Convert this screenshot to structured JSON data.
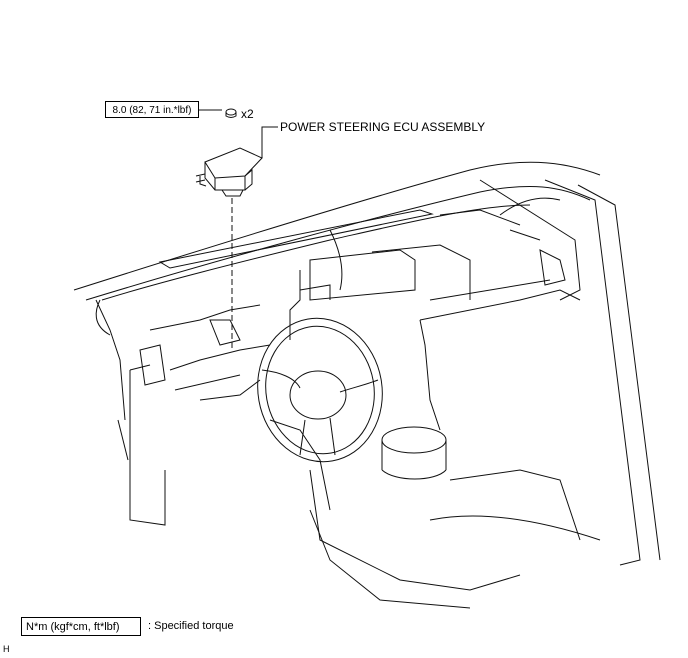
{
  "diagram": {
    "torque_value": "8.0 (82, 71 in.*lbf)",
    "fastener_count": "x2",
    "part_label": "POWER STEERING ECU ASSEMBLY"
  },
  "legend": {
    "unit_box": "N*m (kgf*cm, ft*lbf)",
    "description": ": Specified torque"
  },
  "figure_code": "H"
}
